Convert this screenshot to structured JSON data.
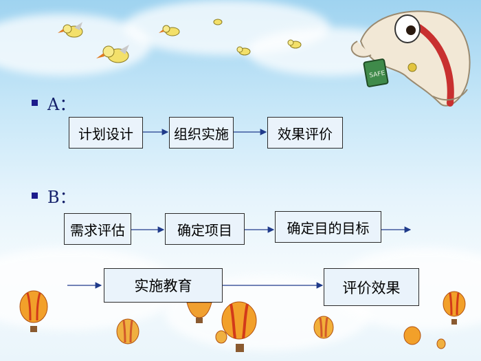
{
  "sections": [
    {
      "label": "A："
    },
    {
      "label": "B："
    }
  ],
  "flow_a": {
    "nodes": [
      "计划设计",
      "组织实施",
      "效果评价"
    ]
  },
  "flow_b": {
    "nodes": [
      "需求评估",
      "确定项目",
      "确定目的目标",
      "实施教育",
      "评价效果"
    ]
  },
  "mascot": {
    "sign_text": "SAFE"
  },
  "colors": {
    "bullet": "#1c1c8c",
    "node_fill": "#eaf3fb",
    "arrow": "#1f3a8a",
    "label": "#14206a"
  }
}
